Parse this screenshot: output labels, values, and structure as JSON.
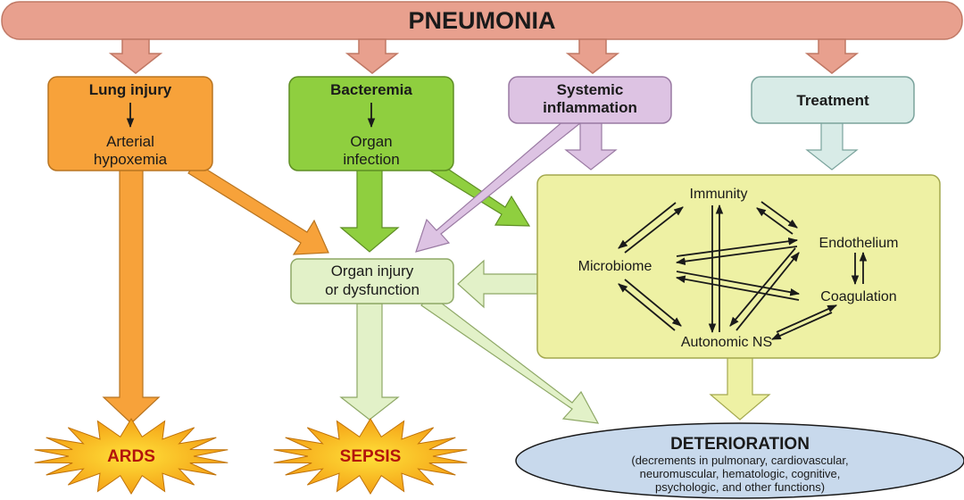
{
  "title": "PNEUMONIA",
  "boxes": {
    "lung_injury": {
      "heading": "Lung injury",
      "line1": "Arterial",
      "line2": "hypoxemia"
    },
    "bacteremia": {
      "heading": "Bacteremia",
      "line1": "Organ",
      "line2": "infection"
    },
    "systemic": {
      "line1": "Systemic",
      "line2": "inflammation"
    },
    "treatment": {
      "heading": "Treatment"
    },
    "organ_injury": {
      "line1": "Organ injury",
      "line2": "or dysfunction"
    }
  },
  "hub": {
    "immunity": "Immunity",
    "endothelium": "Endothelium",
    "microbiome": "Microbiome",
    "coagulation": "Coagulation",
    "autonomic": "Autonomic NS"
  },
  "outcomes": {
    "ards": "ARDS",
    "sepsis": "SEPSIS",
    "deterioration": {
      "title": "DETERIORATION",
      "line1": "(decrements in pulmonary, cardiovascular,",
      "line2": "neuromuscular, hematologic, cognitive,",
      "line3": "psychologic, and other functions)"
    }
  },
  "colors": {
    "banner": "#e8a08e",
    "orange": "#f7a23a",
    "green": "#8fcf3f",
    "purple": "#ddc3e3",
    "teal": "#d8ebe7",
    "pale_green": "#e2f1c8",
    "hub": "#eef1a4",
    "ellipse": "#c8d9ec",
    "burst": "#f9a21b"
  }
}
